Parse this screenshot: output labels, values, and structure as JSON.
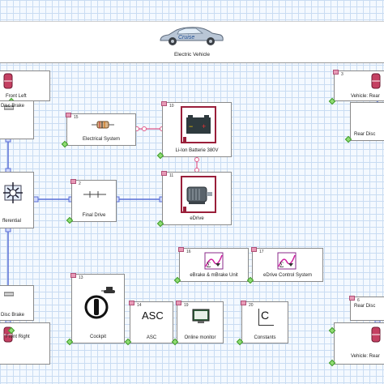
{
  "vehicle": {
    "title": "Electric Vehicle",
    "logo_text": "Cruise"
  },
  "blocks": {
    "front_left": {
      "label": "Front Left"
    },
    "disc_brake_top_left": {
      "label": "Disc Brake"
    },
    "electrical_system": {
      "number": "15",
      "label": "Electrical System"
    },
    "battery": {
      "number": "10",
      "label": "Li-Ion Batterie 380V"
    },
    "differential": {
      "label": "fferential"
    },
    "final_drive": {
      "number": "2",
      "label": "Final Drive"
    },
    "edrive": {
      "number": "11",
      "label": "eDrive"
    },
    "ebrake": {
      "number": "16",
      "label": "eBrake & mBrake Unit"
    },
    "edrive_control": {
      "number": "17",
      "label": "eDrive Control System"
    },
    "disc_brake_bottom_left": {
      "label": "Disc Brake"
    },
    "front_right": {
      "label": "Front Right"
    },
    "cockpit": {
      "number": "13",
      "label": "Cockpit"
    },
    "asc": {
      "number": "14",
      "label": "ASC",
      "icon_text": "ASC"
    },
    "online_monitor": {
      "number": "19",
      "label": "Online monitor"
    },
    "constants": {
      "number": "20",
      "label": "Constants",
      "icon_text": "C"
    },
    "vehicle_rear_top": {
      "number": "3",
      "label": "Vehicle: Rear"
    },
    "rear_disc_top": {
      "label": "Rear Disc"
    },
    "rear_disc_bottom": {
      "number": "6",
      "label": "Rear Disc"
    },
    "vehicle_rear_bottom": {
      "label": "Vehicle: Rear"
    }
  }
}
